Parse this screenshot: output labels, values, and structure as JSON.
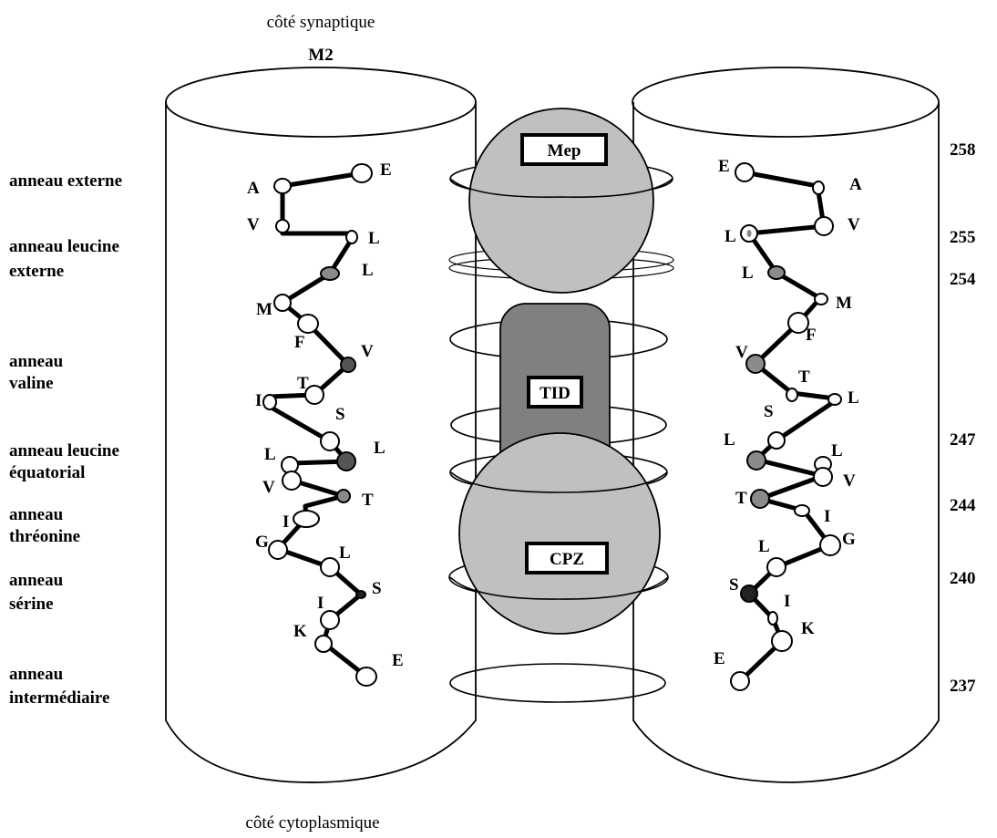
{
  "header": {
    "top_label": "côté synaptique",
    "segment": "M2"
  },
  "footer": {
    "bottom_label": "côté cytoplasmique"
  },
  "rings": {
    "outer": "anneau externe",
    "leucine_outer_1": "anneau leucine",
    "leucine_outer_2": "externe",
    "valine_1": "anneau",
    "valine_2": "valine",
    "leucine_eq_1": "anneau leucine",
    "leucine_eq_2": "équatorial",
    "threonine_1": "anneau",
    "threonine_2": "thréonine",
    "serine_1": "anneau",
    "serine_2": "sérine",
    "intermediate_1": "anneau",
    "intermediate_2": "intermédiaire"
  },
  "numbers": {
    "n258": "258",
    "n255": "255",
    "n254": "254",
    "n247": "247",
    "n244": "244",
    "n240": "240",
    "n237": "237"
  },
  "drugs": {
    "mep": "Mep",
    "tid": "TID",
    "cpz": "CPZ"
  },
  "colors": {
    "sphere": "#c0c0c0",
    "tid_block": "#808080",
    "dark_residue": "#555555",
    "mid_residue": "#8a8a8a",
    "black_residue": "#222222"
  },
  "residues_left": [
    "E",
    "A",
    "V",
    "L",
    "L",
    "M",
    "F",
    "V",
    "T",
    "I",
    "S",
    "L",
    "L",
    "V",
    "T",
    "I",
    "G",
    "L",
    "S",
    "I",
    "K",
    "E"
  ],
  "residues_right": [
    "E",
    "A",
    "L",
    "V",
    "L",
    "M",
    "F",
    "V",
    "T",
    "L",
    "S",
    "L",
    "L",
    "V",
    "T",
    "I",
    "G",
    "L",
    "S",
    "I",
    "K",
    "E"
  ]
}
